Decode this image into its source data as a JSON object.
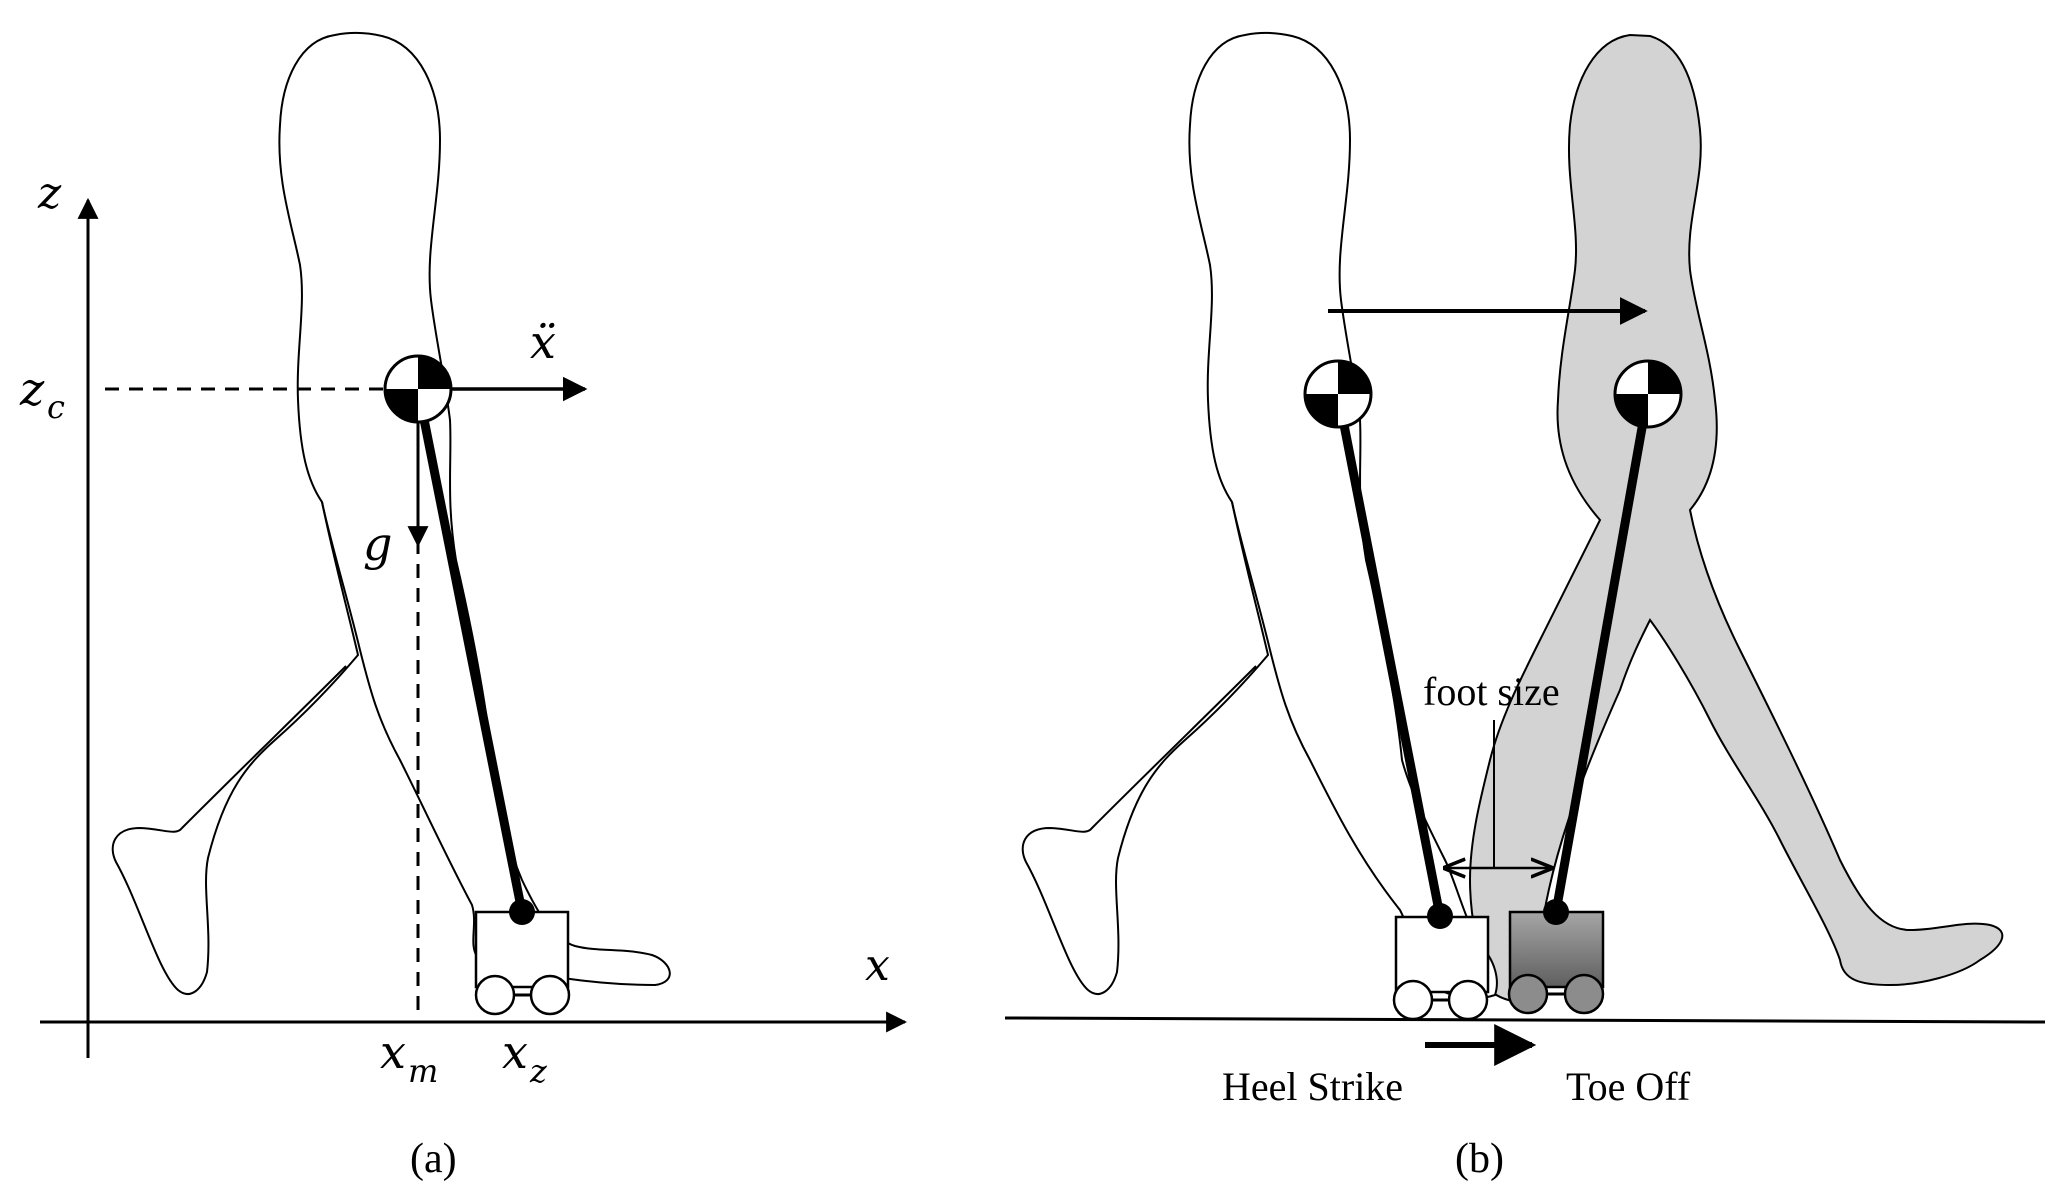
{
  "panel_a": {
    "caption": "(a)",
    "axis_z": "z",
    "axis_x": "x",
    "z_c": "z",
    "z_c_sub": "c",
    "accel": "ẍ",
    "gravity": "g",
    "x_m": "x",
    "x_m_sub": "m",
    "x_z": "x",
    "x_z_sub": "z"
  },
  "panel_b": {
    "caption": "(b)",
    "foot_size": "foot size",
    "heel_strike": "Heel Strike",
    "toe_off": "Toe Off"
  },
  "colors": {
    "stroke": "#000000",
    "shaded_leg": "#d3d3d3",
    "shaded_cart": "#8c8c8c"
  }
}
